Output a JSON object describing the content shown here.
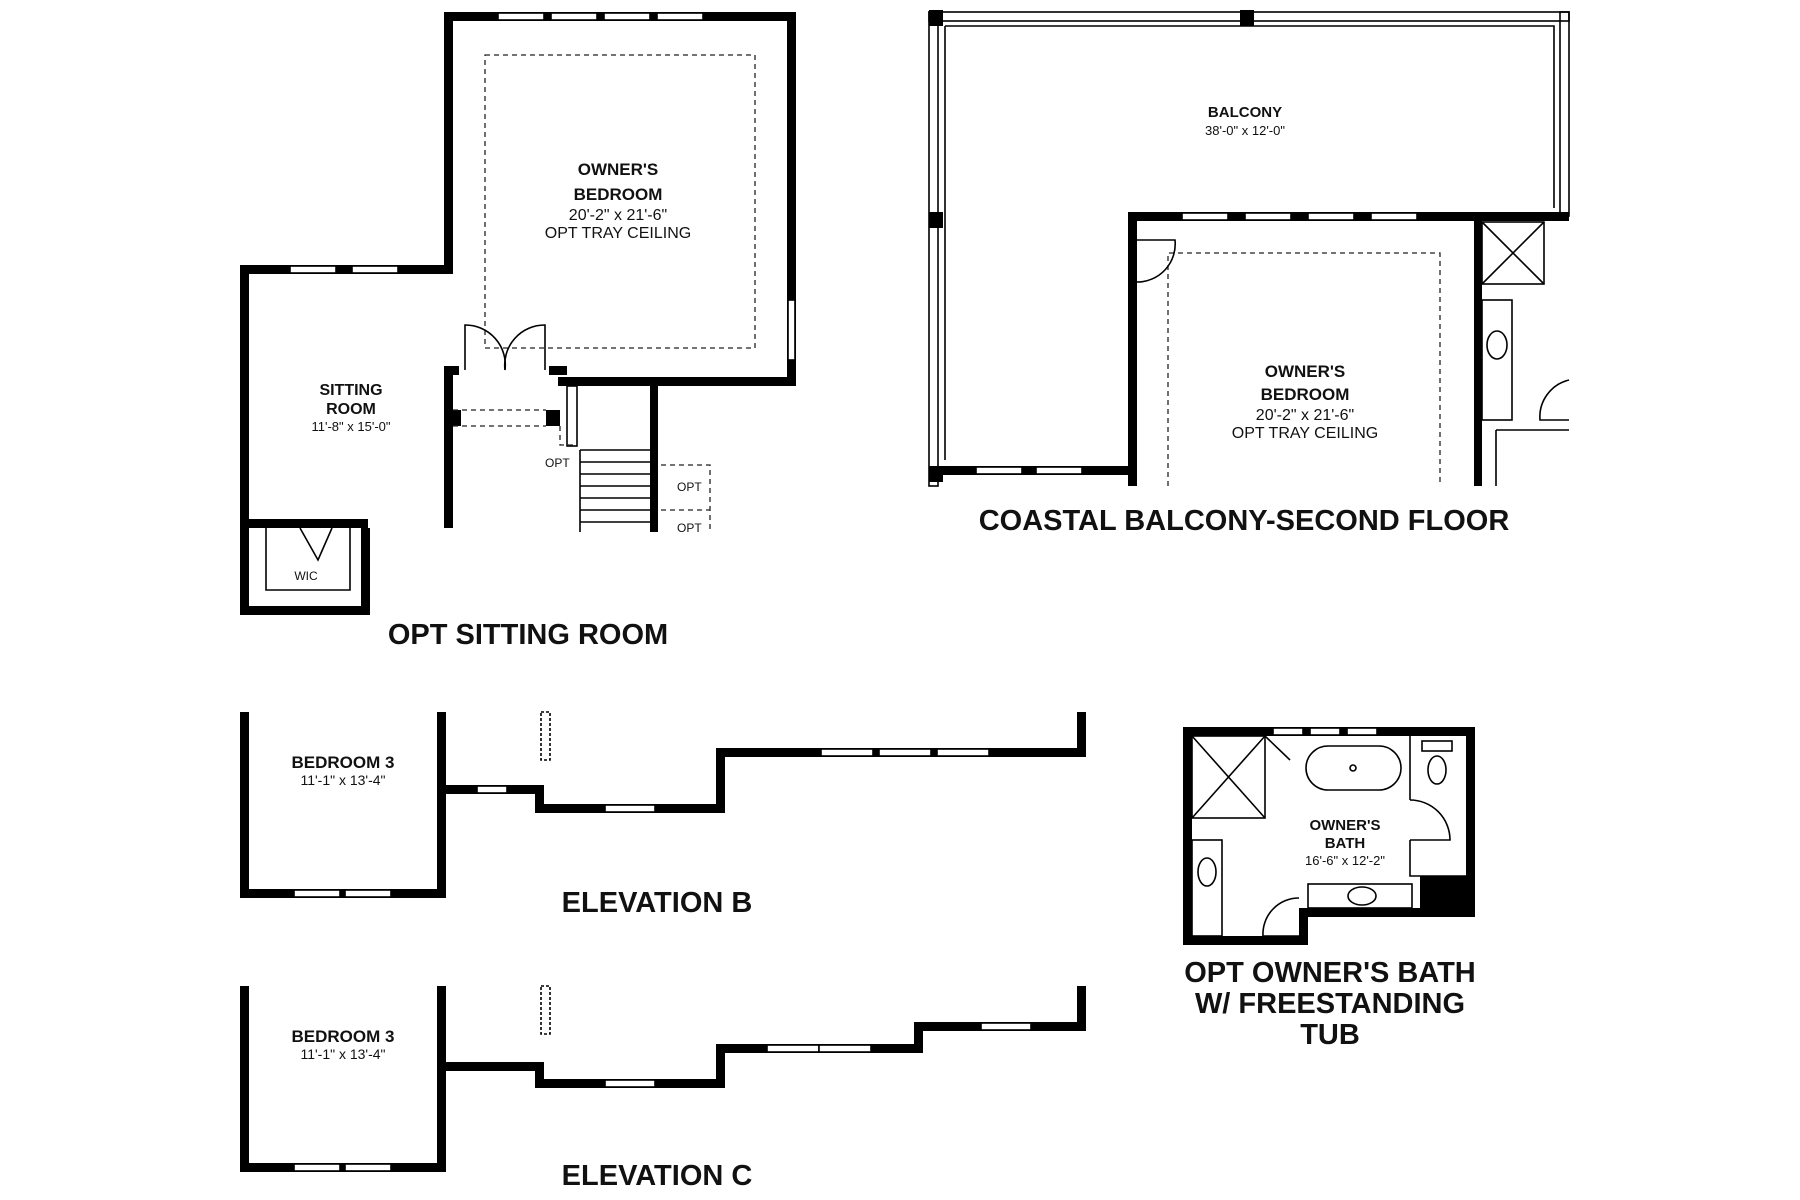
{
  "sections": {
    "sitting": {
      "caption": "OPT SITTING ROOM",
      "owners_bedroom": {
        "name_line1": "OWNER'S",
        "name_line2": "BEDROOM",
        "dim": "20'-2\" x 21'-6\"",
        "note": "OPT TRAY CEILING"
      },
      "sitting_room": {
        "name_line1": "SITTING",
        "name_line2": "ROOM",
        "dim": "11'-8\" x 15'-0\""
      },
      "wic": "WIC",
      "opt_tags": [
        "OPT",
        "OPT",
        "OPT"
      ]
    },
    "balcony": {
      "caption": "COASTAL BALCONY-SECOND FLOOR",
      "balcony_room": {
        "name": "BALCONY",
        "dim": "38'-0\" x 12'-0\""
      },
      "owners_bedroom": {
        "name_line1": "OWNER'S",
        "name_line2": "BEDROOM",
        "dim": "20'-2\" x 21'-6\"",
        "note": "OPT TRAY CEILING"
      }
    },
    "elevation_b": {
      "caption": "ELEVATION B",
      "bedroom": {
        "name": "BEDROOM 3",
        "dim": "11'-1\" x 13'-4\""
      }
    },
    "elevation_c": {
      "caption": "ELEVATION C",
      "bedroom": {
        "name": "BEDROOM 3",
        "dim": "11'-1\" x 13'-4\""
      }
    },
    "bath": {
      "caption_line1": "OPT OWNER'S BATH",
      "caption_line2": "W/ FREESTANDING",
      "caption_line3": "TUB",
      "owners_bath": {
        "name_line1": "OWNER'S",
        "name_line2": "BATH",
        "dim": "16'-6\" x 12'-2\""
      }
    }
  }
}
